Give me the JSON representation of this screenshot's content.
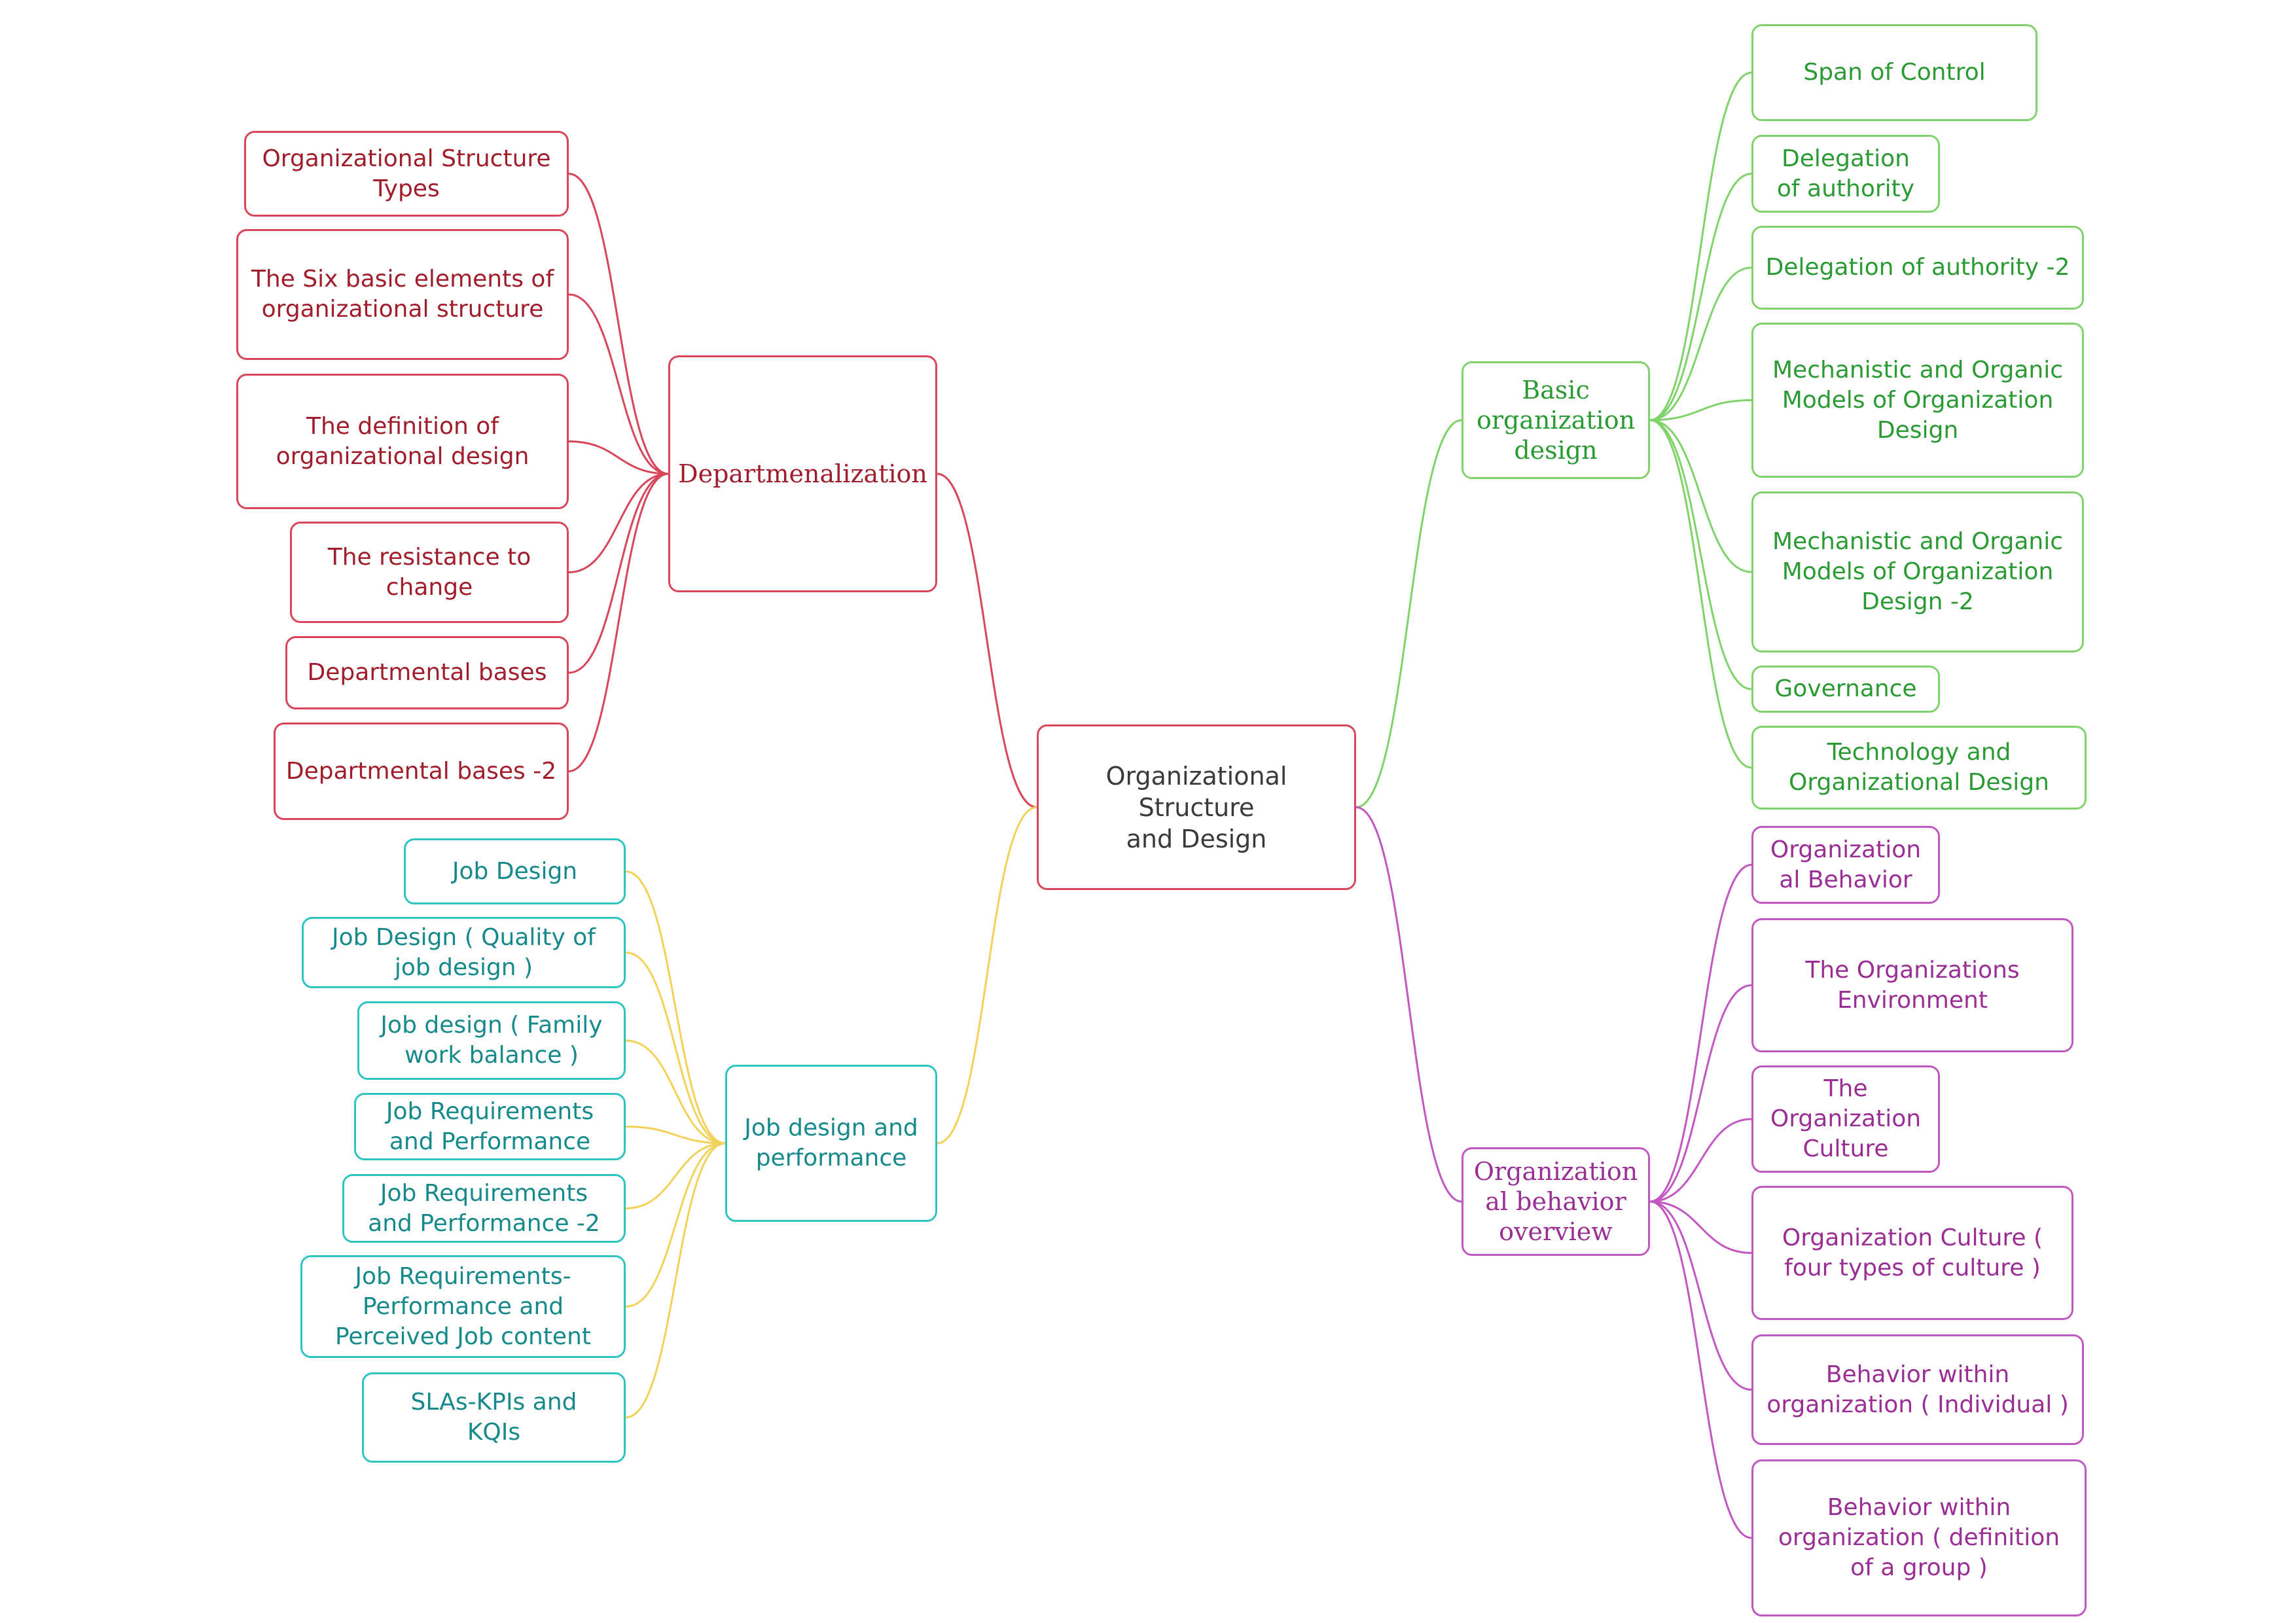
{
  "colors": {
    "root_border": "#d9455a",
    "departmentalization": "#d9455a",
    "departmentalization_text": "#a11d2c",
    "basic_design": "#7fd36a",
    "basic_design_text": "#2a9a33",
    "job_design": "#2ec4c2",
    "job_design_text": "#168a8b",
    "job_design_links": "#f2d25a",
    "behavior": "#c257c2",
    "behavior_text": "#9a2e95"
  },
  "central": {
    "label": "Organizational Structure\nand Design"
  },
  "branches": {
    "departmentalization": {
      "label": "Departmenalization",
      "children": [
        "Organizational Structure\nTypes",
        "The Six basic elements of\norganizational structure",
        "The definition of\norganizational design",
        "The resistance to\nchange",
        "Departmental bases",
        "Departmental bases -2"
      ]
    },
    "job_design": {
      "label": "Job design and\nperformance",
      "children": [
        "Job Design",
        "Job Design ( Quality of\njob design )",
        "Job design ( Family\nwork balance )",
        "Job Requirements\nand Performance",
        "Job Requirements\nand Performance  -2",
        "Job Requirements-\nPerformance and\nPerceived Job content",
        "SLAs-KPIs and\nKQIs"
      ]
    },
    "basic_design": {
      "label": "Basic\norganization\ndesign",
      "children": [
        "Span of Control",
        "Delegation\nof authority",
        "Delegation of authority  -2",
        "Mechanistic and Organic\nModels of Organization\nDesign",
        "Mechanistic and Organic\nModels of Organization\nDesign -2",
        "Governance",
        "Technology and\nOrganizational Design"
      ]
    },
    "behavior": {
      "label": "Organization\nal behavior\noverview",
      "children": [
        "Organization\nal Behavior",
        "The Organizations\nEnvironment",
        "The\nOrganization\nCulture",
        "Organization Culture (\nfour types of culture )",
        "Behavior within\norganization ( Individual )",
        "Behavior within\norganization ( definition\nof a group )"
      ]
    }
  }
}
